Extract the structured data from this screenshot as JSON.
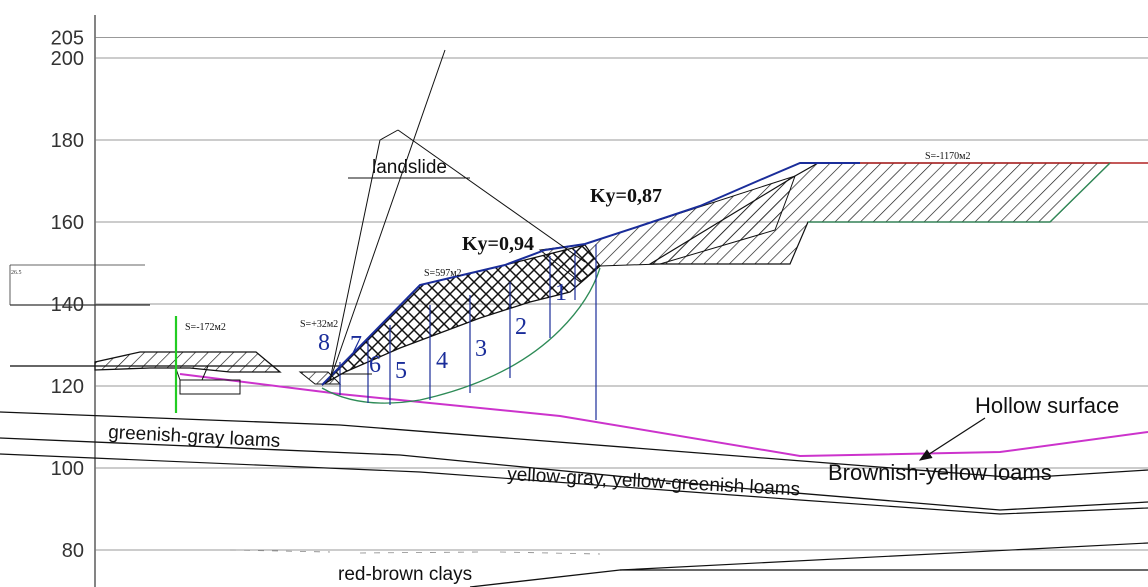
{
  "y_axis": {
    "ticks": [
      {
        "value": 205,
        "label": "205"
      },
      {
        "value": 200,
        "label": "200"
      },
      {
        "value": 180,
        "label": "180"
      },
      {
        "value": 160,
        "label": "160"
      },
      {
        "value": 140,
        "label": "140"
      },
      {
        "value": 120,
        "label": "120"
      },
      {
        "value": 100,
        "label": "100"
      },
      {
        "value": 80,
        "label": "80"
      }
    ]
  },
  "labels": {
    "landslide": "landslide",
    "ky_upper": "Ky=0,87",
    "ky_lower": "Ky=0,94",
    "hollow_surface": "Hollow surface",
    "greenish_gray": "greenish-gray loams",
    "brownish_yellow": "Brownish-yellow loams",
    "yellow_gray": "yellow-gray, yellow-greenish loams",
    "red_brown": "red-brown clays"
  },
  "areas": {
    "left": "S=-172м2",
    "small": "S=+32м2",
    "middle": "S=597м2",
    "right": "S=-1170м2"
  },
  "slices": [
    "1",
    "2",
    "3",
    "4",
    "5",
    "6",
    "7",
    "8"
  ],
  "colors": {
    "hollow_surface": "#cc33cc",
    "slope_surface": "#1a2d9a",
    "slip_surface": "#2e8b57",
    "top_surface": "#b22222",
    "marker": "#22cc22"
  }
}
